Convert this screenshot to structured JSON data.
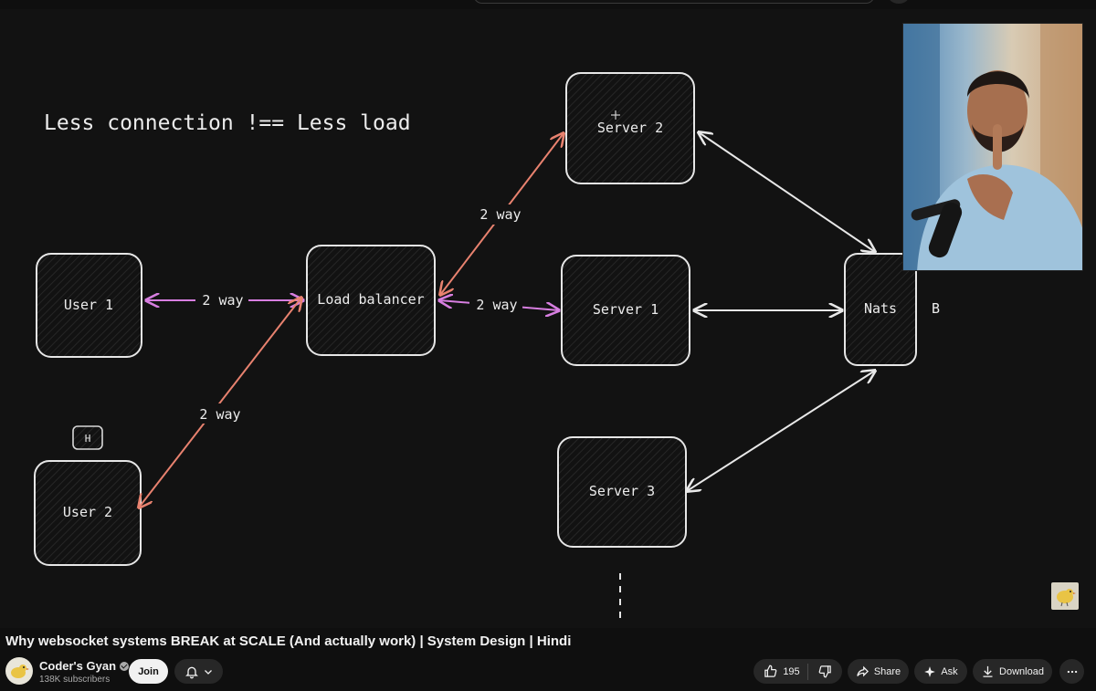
{
  "diagram": {
    "heading": "Less connection !== Less load",
    "nodes": {
      "user1": "User 1",
      "user2": "User 2",
      "load_balancer": "Load balancer",
      "server1": "Server 1",
      "server2": "Server 2",
      "server3": "Server 3",
      "nats": "Nats"
    },
    "labels": {
      "user1_lb": "2 way",
      "user2_lb": "2 way",
      "lb_server2": "2 way",
      "lb_server1": "2 way",
      "partial": "B",
      "small_box": "H"
    }
  },
  "video": {
    "title": "Why websocket systems BREAK at SCALE (And actually work) | System Design | Hindi"
  },
  "channel": {
    "name": "Coder's Gyan",
    "subscribers": "138K subscribers",
    "join_label": "Join"
  },
  "actions": {
    "like_count": "195",
    "share_label": "Share",
    "ask_label": "Ask",
    "download_label": "Download"
  },
  "colors": {
    "background": "#121212",
    "pill": "#272727",
    "pink_arrow": "#d77ee0",
    "salmon_arrow": "#e8826f",
    "white_arrow": "#e8e8e8"
  },
  "icons": [
    "like-icon",
    "dislike-icon",
    "share-icon",
    "sparkle-icon",
    "download-icon",
    "more-icon",
    "bell-icon",
    "chevron-down-icon",
    "verified-icon"
  ]
}
